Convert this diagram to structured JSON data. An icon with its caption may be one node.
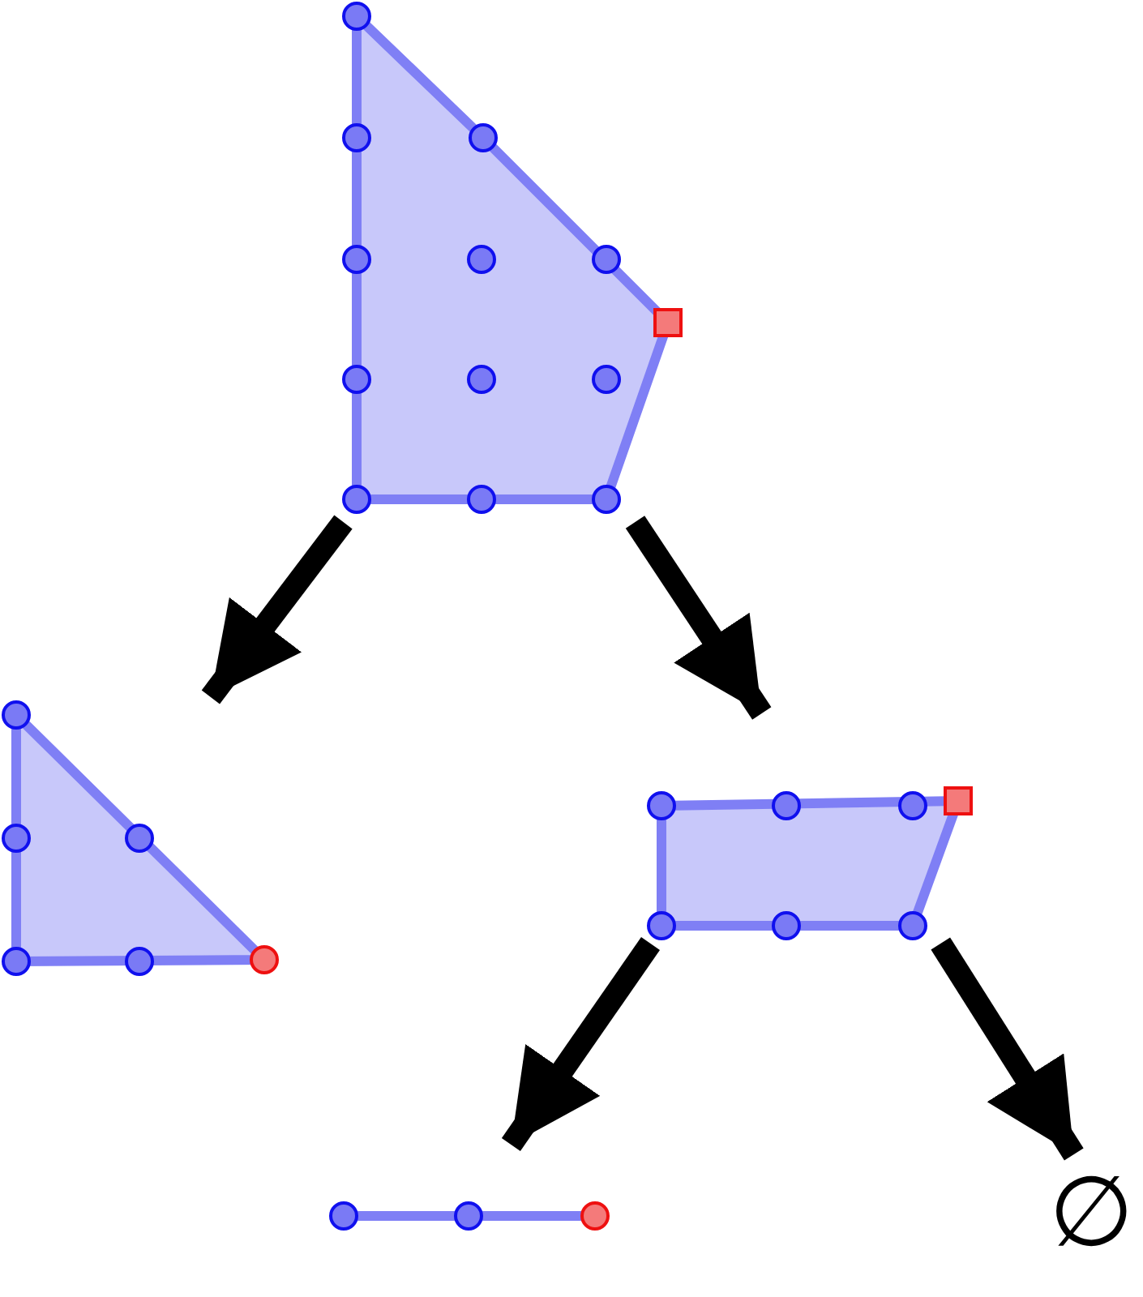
{
  "diagram": {
    "nodes": [
      {
        "text": [],
        "shape": "polygon"
      },
      {
        "text": [],
        "shape": "triangle"
      },
      {
        "text": [],
        "shape": "polygon"
      },
      {
        "text": [],
        "shape": "line"
      },
      {
        "text": [
          "∅"
        ]
      }
    ],
    "edges": [
      {
        "from": 0,
        "to": 1,
        "arrow": "to"
      },
      {
        "from": 0,
        "to": 2,
        "arrow": "to"
      },
      {
        "from": 2,
        "to": 3,
        "arrow": "to"
      },
      {
        "from": 2,
        "to": 4,
        "arrow": "to"
      }
    ]
  }
}
